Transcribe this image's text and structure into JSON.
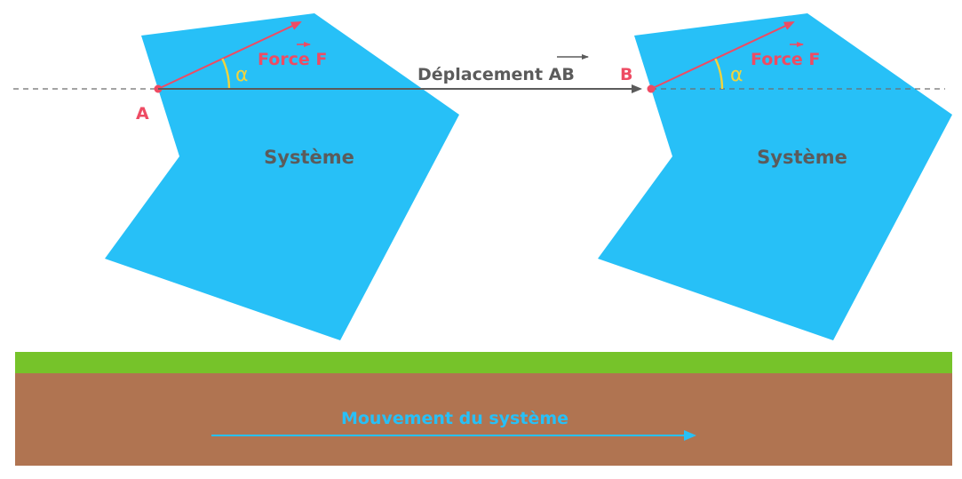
{
  "colors": {
    "system_fill": "#27c0f7",
    "force": "#ee4b63",
    "angle": "#f2d33c",
    "displacement": "#5b5b5b",
    "reference_line": "#6e6e6e",
    "grass": "#76c32a",
    "soil": "#b07451",
    "movement": "#27c0f7"
  },
  "systems": [
    {
      "label": "Système",
      "point": "A",
      "force_label": "Force ",
      "force_symbol": "F",
      "angle_label": "α"
    },
    {
      "label": "Système",
      "point": "B",
      "force_label": "Force ",
      "force_symbol": "F",
      "angle_label": "α"
    }
  ],
  "displacement": {
    "label": "Déplacement ",
    "vector": "AB"
  },
  "ground": {
    "movement_label": "Mouvement du système"
  },
  "icons": {
    "force_arrow": "arrow-right-up-icon",
    "displacement_arrow": "arrow-right-icon",
    "movement_arrow": "arrow-right-icon"
  }
}
